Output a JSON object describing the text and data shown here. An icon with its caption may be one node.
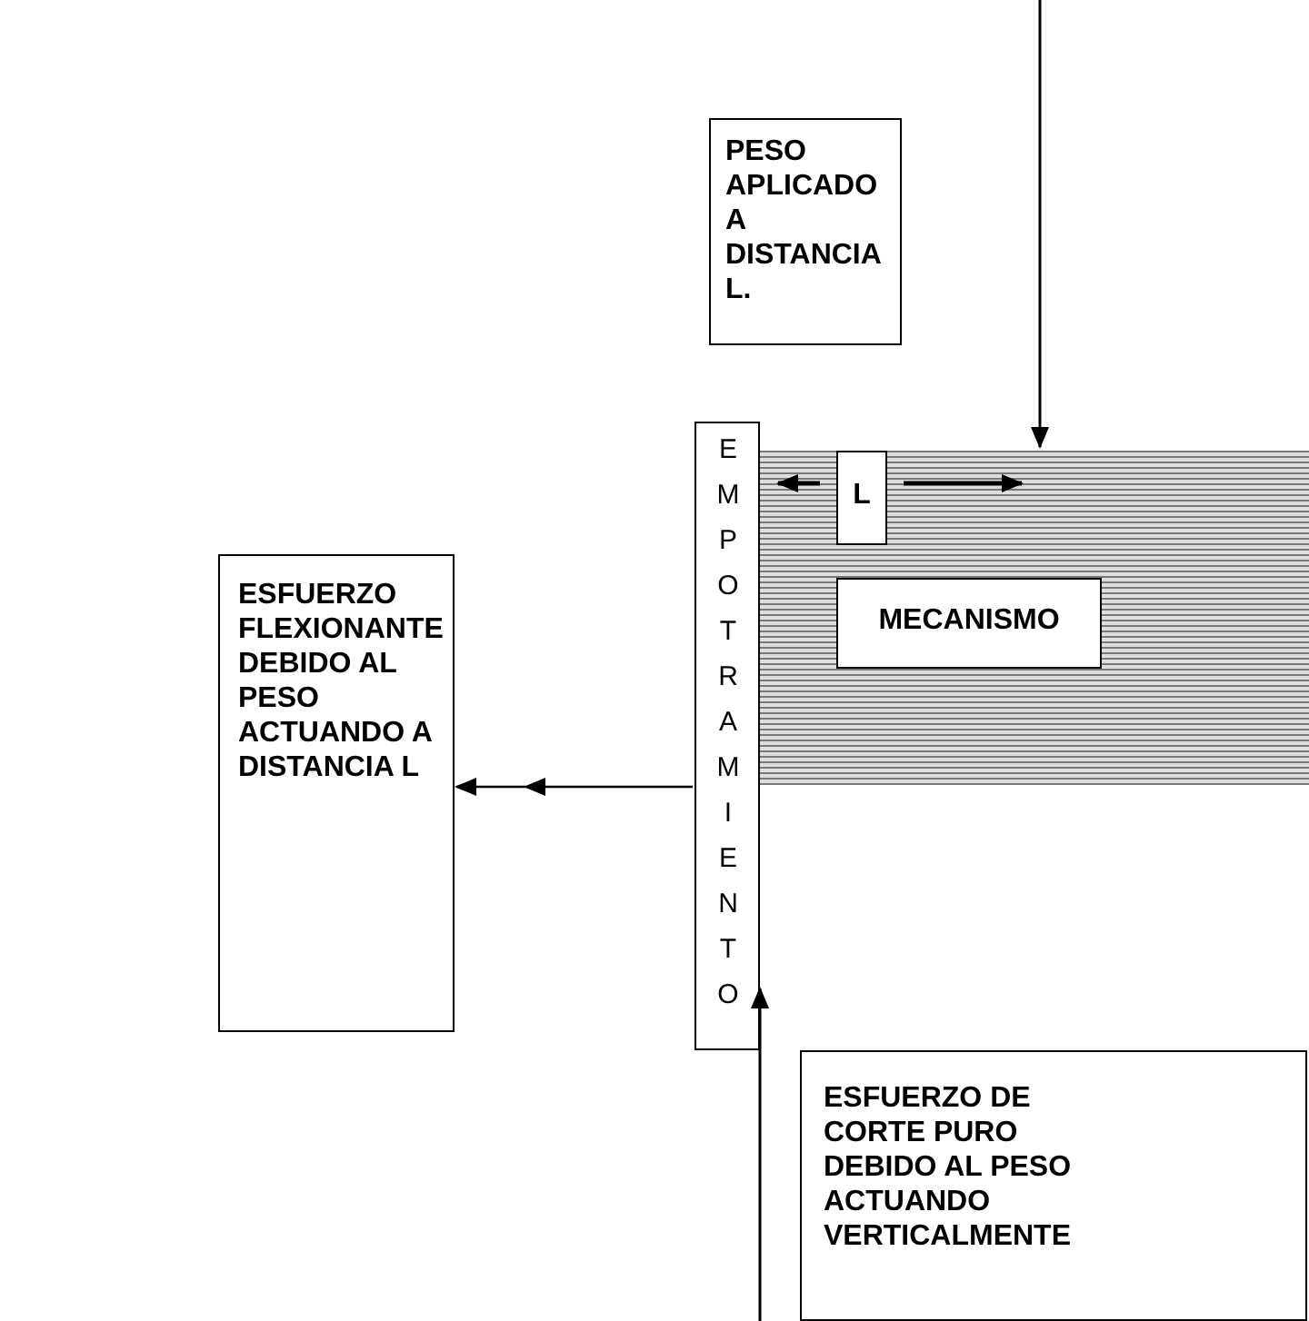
{
  "diagram": {
    "nodes": [
      {
        "text": [
          "PESO APLICADO A DISTANCIA L."
        ]
      },
      {
        "text": [
          "EMPOTRAMIENTO"
        ]
      },
      {
        "text": [],
        "shape": "bar"
      },
      {
        "text": [
          "MECANISMO"
        ],
        "in": 2
      },
      {
        "text": [
          "L"
        ],
        "in": 2
      },
      {
        "text": [
          "ESFUERZO FLEXIONANTE DEBIDO AL PESO ACTUANDO A DISTANCIA L"
        ]
      },
      {
        "text": [
          "ESFUERZO DE CORTE PURO DEBIDO AL PESO ACTUANDO VERTICALMENTE"
        ]
      }
    ],
    "edges": [
      {
        "from": 1,
        "to": 5,
        "arrow": "to"
      }
    ]
  }
}
